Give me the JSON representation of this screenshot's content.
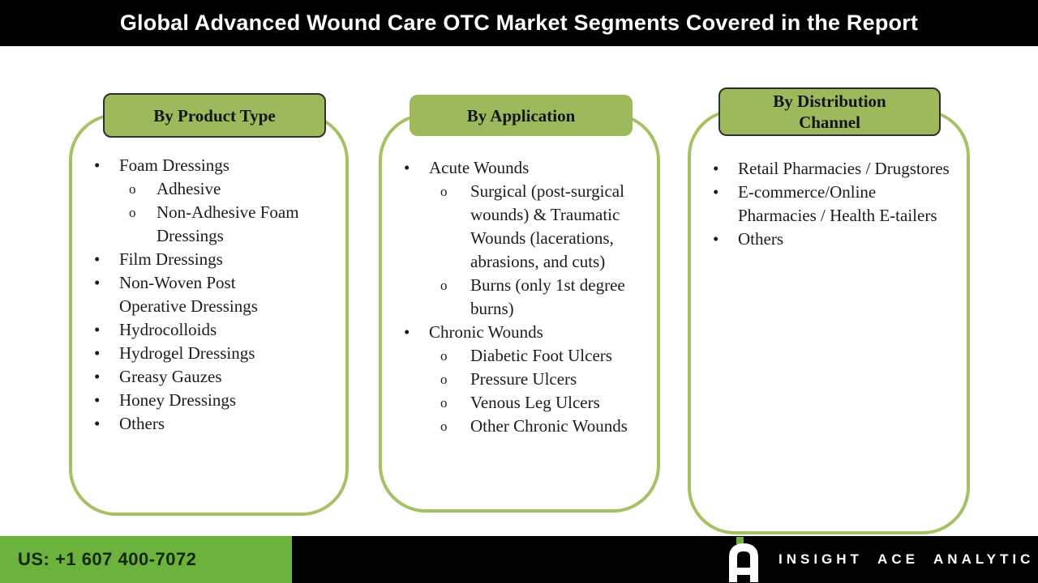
{
  "title": "Global Advanced Wound Care OTC Market Segments Covered in the Report",
  "colors": {
    "banner_background": "#000000",
    "header_pill_fill": "#9cba5c",
    "box_border_green": "#a6c164",
    "footer_green": "#6cb33e",
    "logo_green": "#6cb33e",
    "text_dark": "#1c1c1c",
    "title_text": "#ffffff"
  },
  "markers": {
    "level1": "•",
    "level2": "o"
  },
  "columns": [
    {
      "header": "By Product Type",
      "items": [
        {
          "level": 1,
          "text": "Foam Dressings"
        },
        {
          "level": 2,
          "text": "Adhesive"
        },
        {
          "level": 2,
          "text": "Non-Adhesive Foam Dressings"
        },
        {
          "level": 1,
          "text": "Film Dressings"
        },
        {
          "level": 1,
          "text": "Non-Woven Post Operative Dressings"
        },
        {
          "level": 1,
          "text": "Hydrocolloids"
        },
        {
          "level": 1,
          "text": "Hydrogel Dressings"
        },
        {
          "level": 1,
          "text": "Greasy Gauzes"
        },
        {
          "level": 1,
          "text": "Honey Dressings"
        },
        {
          "level": 1,
          "text": "Others"
        }
      ]
    },
    {
      "header": "By Application",
      "items": [
        {
          "level": 1,
          "text": "Acute Wounds"
        },
        {
          "level": 2,
          "text": "Surgical (post-surgical wounds) & Traumatic Wounds (lacerations, abrasions, and cuts)"
        },
        {
          "level": 2,
          "text": "Burns (only 1st degree burns)"
        },
        {
          "level": 1,
          "text": "Chronic Wounds"
        },
        {
          "level": 2,
          "text": "Diabetic Foot Ulcers"
        },
        {
          "level": 2,
          "text": "Pressure Ulcers"
        },
        {
          "level": 2,
          "text": "Venous Leg Ulcers"
        },
        {
          "level": 2,
          "text": "Other Chronic Wounds"
        }
      ]
    },
    {
      "header": "By Distribution Channel",
      "items": [
        {
          "level": 1,
          "text": "Retail Pharmacies / Drugstores"
        },
        {
          "level": 1,
          "text": "E-commerce/Online Pharmacies / Health E-tailers"
        },
        {
          "level": 1,
          "text": "Others"
        }
      ]
    }
  ],
  "footer": {
    "phone": "US: +1 607 400-7072",
    "brand": "INSIGHT ACE ANALYTIC"
  }
}
